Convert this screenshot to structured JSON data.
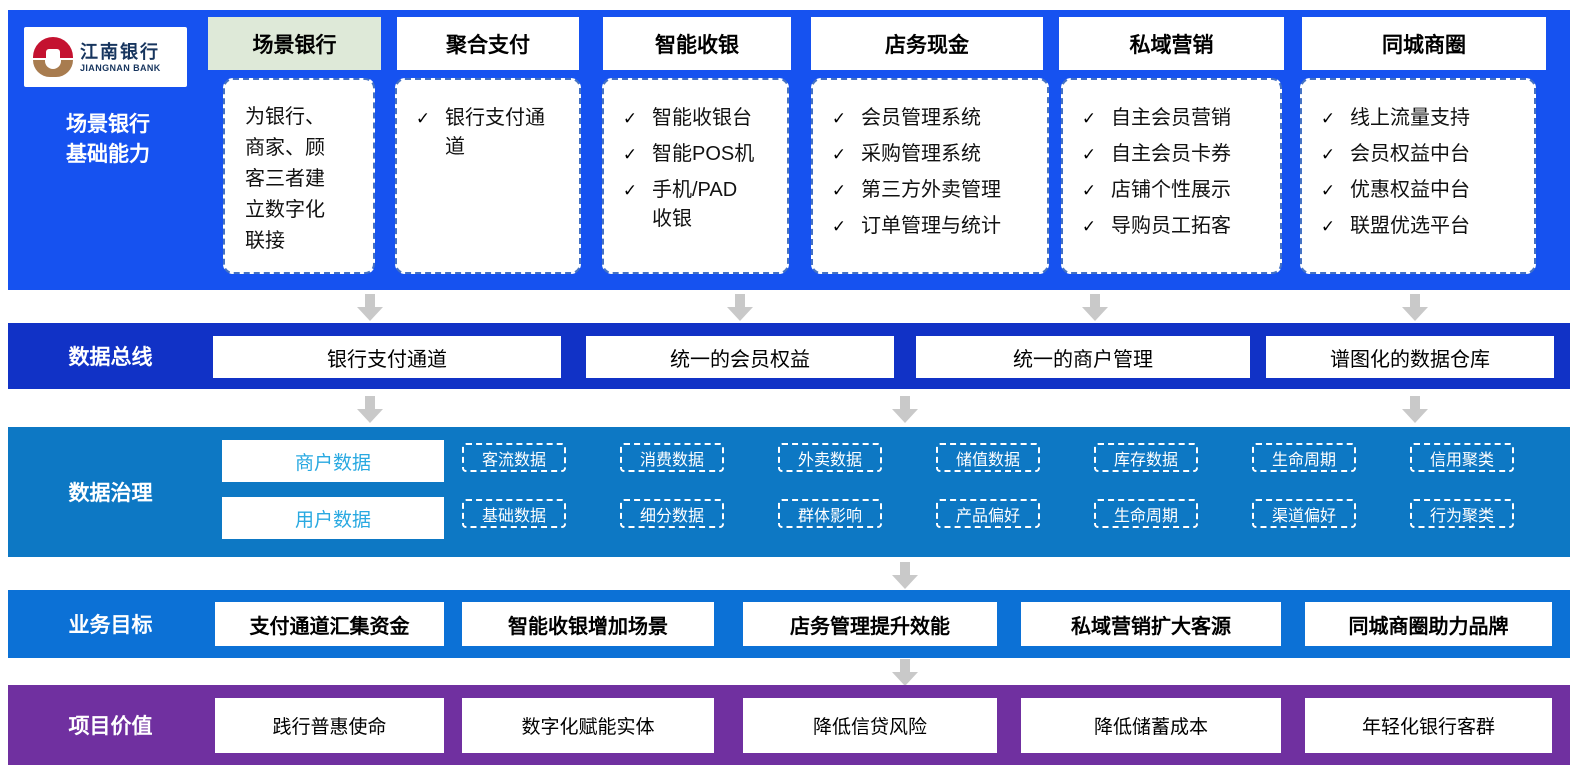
{
  "brand": {
    "name_cn": "江南银行",
    "name_en": "JIANGNAN BANK"
  },
  "check_glyph": "✓",
  "capability": {
    "row_label_line1": "场景银行",
    "row_label_line2": "基础能力",
    "columns": [
      {
        "tab": "场景银行",
        "active": true,
        "description": "为银行、商家、顾客三者建立数字化联接",
        "items": []
      },
      {
        "tab": "聚合支付",
        "active": false,
        "items": [
          "银行支付通道"
        ]
      },
      {
        "tab": "智能收银",
        "active": false,
        "items": [
          "智能收银台",
          "智能POS机",
          "手机/PAD收银"
        ]
      },
      {
        "tab": "店务现金",
        "active": false,
        "items": [
          "会员管理系统",
          "采购管理系统",
          "第三方外卖管理",
          "订单管理与统计"
        ]
      },
      {
        "tab": "私域营销",
        "active": false,
        "items": [
          "自主会员营销",
          "自主会员卡券",
          "店铺个性展示",
          "导购员工拓客"
        ]
      },
      {
        "tab": "同城商圈",
        "active": false,
        "items": [
          "线上流量支持",
          "会员权益中台",
          "优惠权益中台",
          "联盟优选平台"
        ]
      }
    ]
  },
  "data_bus": {
    "row_label": "数据总线",
    "boxes": [
      "银行支付通道",
      "统一的会员权益",
      "统一的商户管理",
      "谱图化的数据仓库"
    ]
  },
  "data_governance": {
    "row_label": "数据治理",
    "rows": [
      {
        "category": "商户数据",
        "chips": [
          "客流数据",
          "消费数据",
          "外卖数据",
          "储值数据",
          "库存数据",
          "生命周期",
          "信用聚类"
        ]
      },
      {
        "category": "用户数据",
        "chips": [
          "基础数据",
          "细分数据",
          "群体影响",
          "产品偏好",
          "生命周期",
          "渠道偏好",
          "行为聚类"
        ]
      }
    ]
  },
  "business_goals": {
    "row_label": "业务目标",
    "boxes": [
      "支付通道汇集资金",
      "智能收银增加场景",
      "店务管理提升效能",
      "私域营销扩大客源",
      "同城商圈助力品牌"
    ]
  },
  "project_values": {
    "row_label": "项目价值",
    "boxes": [
      "践行普惠使命",
      "数字化赋能实体",
      "降低信贷风险",
      "降低储蓄成本",
      "年轻化银行客群"
    ]
  },
  "colors": {
    "band_capability": "#1652f0",
    "band_data_bus": "#1132c6",
    "band_governance": "#0d78c4",
    "band_goals": "#0c71d6",
    "band_values": "#7030a0",
    "tab_active_bg": "#dee9d8",
    "dashed_border": "#4472c4",
    "arrow": "#c9c9c9",
    "category_text": "#29a9e1",
    "logo_red": "#c41230",
    "logo_gold": "#a87c4f",
    "brand_navy": "#17355e"
  }
}
